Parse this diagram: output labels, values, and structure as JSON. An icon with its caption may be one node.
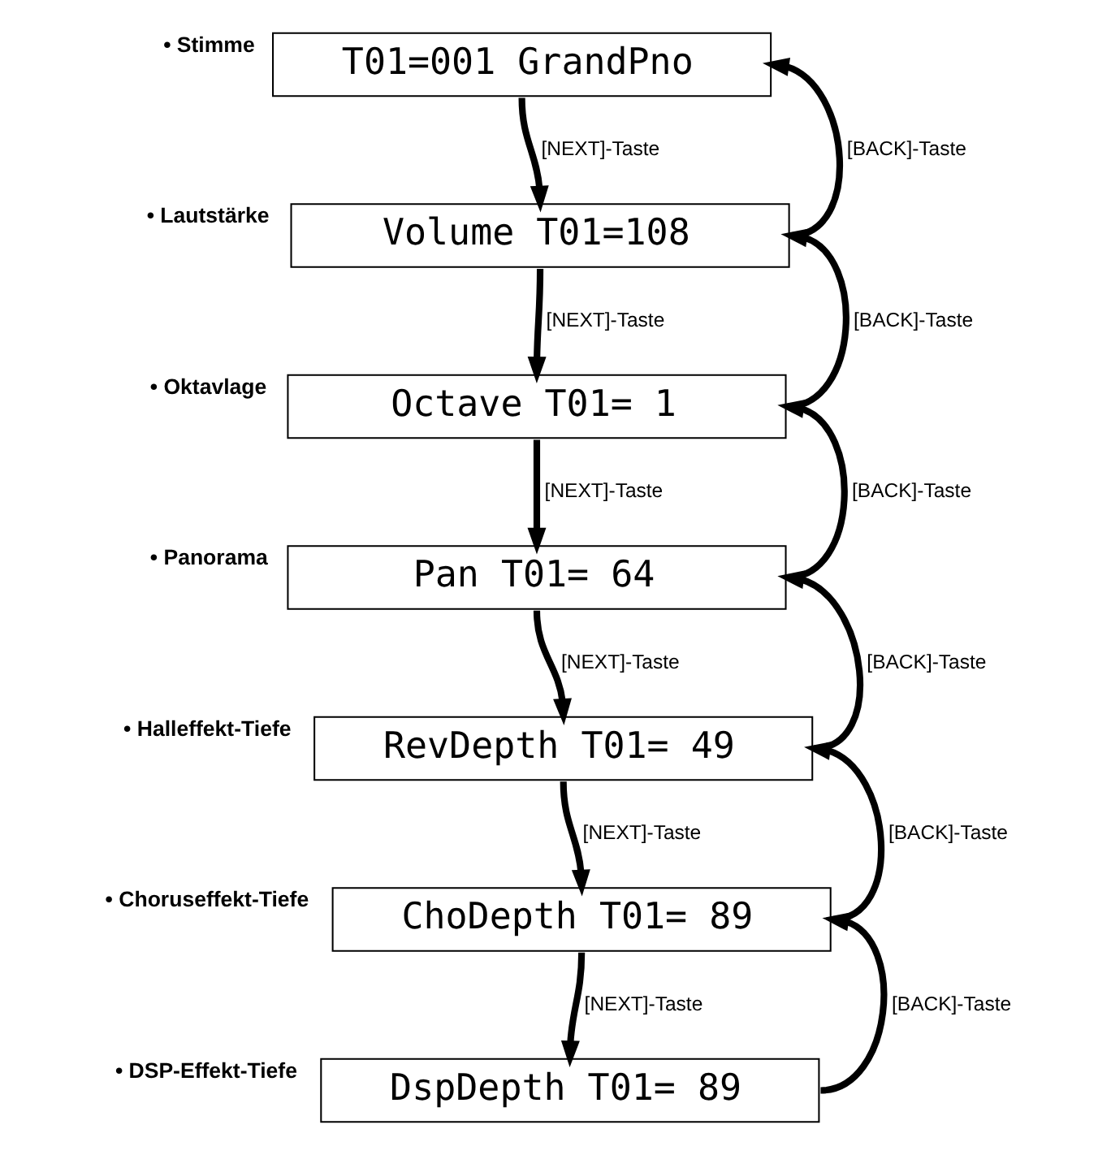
{
  "diagram": {
    "nodes": [
      {
        "text": [
          "T01=001 GrandPno"
        ],
        "beside": [
          "• Stimme"
        ]
      },
      {
        "text": [
          "Volume T01=108"
        ],
        "beside": [
          "• Lautstärke"
        ]
      },
      {
        "text": [
          "Octave T01= 1"
        ],
        "beside": [
          "• Oktavlage"
        ]
      },
      {
        "text": [
          "Pan T01= 64"
        ],
        "beside": [
          "• Panorama"
        ]
      },
      {
        "text": [
          "RevDepth T01= 49"
        ],
        "beside": [
          "• Halleffekt-Tiefe"
        ]
      },
      {
        "text": [
          "ChoDepth T01= 89"
        ],
        "beside": [
          "• Choruseffekt-Tiefe"
        ]
      },
      {
        "text": [
          "DspDepth T01= 89"
        ],
        "beside": [
          "• DSP-Effekt-Tiefe"
        ]
      }
    ],
    "edges": [
      {
        "from": 1,
        "to": 0,
        "arrow": "to",
        "label": "[BACK]-Taste"
      },
      {
        "from": 0,
        "to": 1,
        "arrow": "to",
        "label": "[NEXT]-Taste"
      },
      {
        "from": 2,
        "to": 1,
        "arrow": "to",
        "label": "[BACK]-Taste"
      },
      {
        "from": 1,
        "to": 2,
        "arrow": "to",
        "label": "[NEXT]-Taste"
      },
      {
        "from": 3,
        "to": 2,
        "arrow": "to",
        "label": "[BACK]-Taste"
      },
      {
        "from": 2,
        "to": 3,
        "arrow": "to",
        "label": "[NEXT]-Taste"
      },
      {
        "from": 4,
        "to": 3,
        "arrow": "to",
        "label": "[BACK]-Taste"
      },
      {
        "from": 3,
        "to": 4,
        "arrow": "to",
        "label": "[NEXT]-Taste"
      },
      {
        "from": 5,
        "to": 4,
        "arrow": "to",
        "label": "[BACK]-Taste"
      },
      {
        "from": 4,
        "to": 5,
        "arrow": "to",
        "label": "[NEXT]-Taste"
      },
      {
        "from": 6,
        "to": 5,
        "arrow": "to",
        "label": "[BACK]-Taste"
      },
      {
        "from": 5,
        "to": 6,
        "arrow": "to",
        "label": "[NEXT]-Taste"
      }
    ]
  }
}
